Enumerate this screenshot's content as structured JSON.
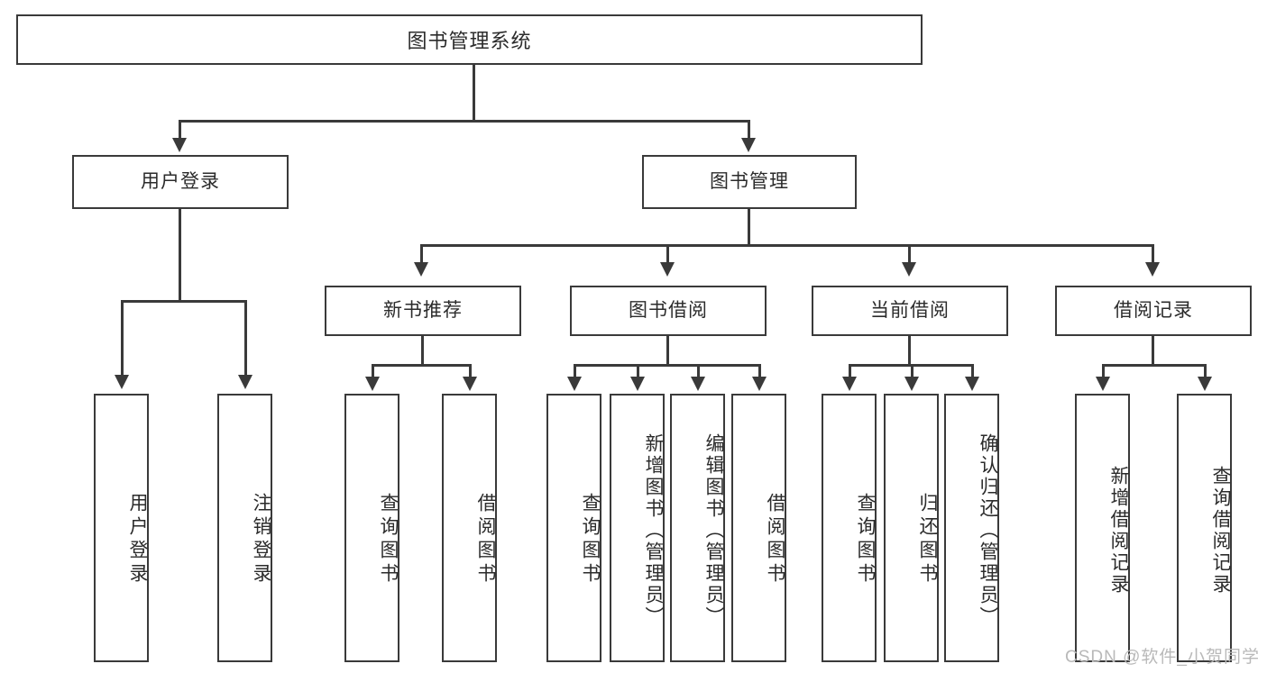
{
  "diagram": {
    "title": "图书管理系统",
    "type": "hierarchy-tree",
    "root": {
      "id": "root",
      "label": "图书管理系统"
    },
    "level2": [
      {
        "id": "user-login",
        "label": "用户登录"
      },
      {
        "id": "book-manage",
        "label": "图书管理"
      }
    ],
    "level3": [
      {
        "id": "new-book-recommend",
        "label": "新书推荐"
      },
      {
        "id": "book-borrow",
        "label": "图书借阅"
      },
      {
        "id": "current-borrow",
        "label": "当前借阅"
      },
      {
        "id": "borrow-record",
        "label": "借阅记录"
      }
    ],
    "leaves": {
      "user_login": [
        {
          "id": "leaf-user-login",
          "label": "用户登录"
        },
        {
          "id": "leaf-logout-login",
          "label": "注销登录"
        }
      ],
      "new_book_recommend": [
        {
          "id": "leaf-query-book-1",
          "label": "查询图书"
        },
        {
          "id": "leaf-borrow-book-1",
          "label": "借阅图书"
        }
      ],
      "book_borrow": [
        {
          "id": "leaf-query-book-2",
          "label": "查询图书"
        },
        {
          "id": "leaf-add-book",
          "label": "新增图书（管理员）"
        },
        {
          "id": "leaf-edit-book",
          "label": "编辑图书（管理员）"
        },
        {
          "id": "leaf-borrow-book-2",
          "label": "借阅图书"
        }
      ],
      "current_borrow": [
        {
          "id": "leaf-query-book-3",
          "label": "查询图书"
        },
        {
          "id": "leaf-return-book",
          "label": "归还图书"
        },
        {
          "id": "leaf-confirm-return",
          "label": "确认归还（管理员）"
        }
      ],
      "borrow_record": [
        {
          "id": "leaf-add-record",
          "label": "新增借阅记录"
        },
        {
          "id": "leaf-query-record",
          "label": "查询借阅记录"
        }
      ]
    }
  },
  "watermark": {
    "text": "CSDN @软件_小贺同学"
  },
  "colors": {
    "stroke": "#3a3a3a",
    "text": "#2b2b2b",
    "background": "#ffffff",
    "watermark": "#b9b9b9"
  }
}
